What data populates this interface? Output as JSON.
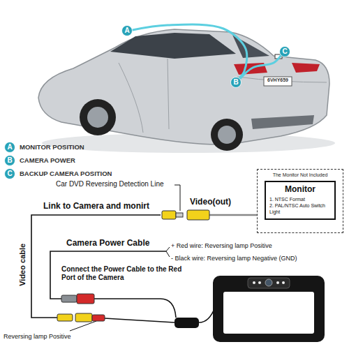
{
  "diagram": {
    "nodes": [
      {
        "text": [
          "A"
        ]
      },
      {
        "text": [
          "B"
        ]
      },
      {
        "text": [
          "C"
        ]
      },
      {
        "text": [
          "A",
          "MONITOR POSITION"
        ]
      },
      {
        "text": [
          "B",
          "CAMERA POWER"
        ]
      },
      {
        "text": [
          "C",
          "BACKUP CAMERA POSITION"
        ]
      },
      {
        "text": [
          "The Monitor Not Included"
        ]
      },
      {
        "text": [
          "Monitor",
          "1. NTSC Format",
          "2. PAL/NTSC Auto Switch Light"
        ],
        "in": 6
      }
    ],
    "edges": [
      {
        "from": 0,
        "to": 1,
        "arrow": "none"
      },
      {
        "from": 1,
        "to": 2,
        "arrow": "none"
      }
    ],
    "labels": [
      "6VHY659",
      "Car DVD Reversing Detection Line",
      "Video(out)",
      "Link to Camera and monirt",
      "Video cable",
      "Camera Power Cable",
      "+ Red wire: Reversing lamp Positive",
      "- Black wire: Reversing lamp Negative (GND)",
      "Connect the Power Cable to the Red Port of the Camera",
      "Reversing lamp Positive"
    ]
  }
}
